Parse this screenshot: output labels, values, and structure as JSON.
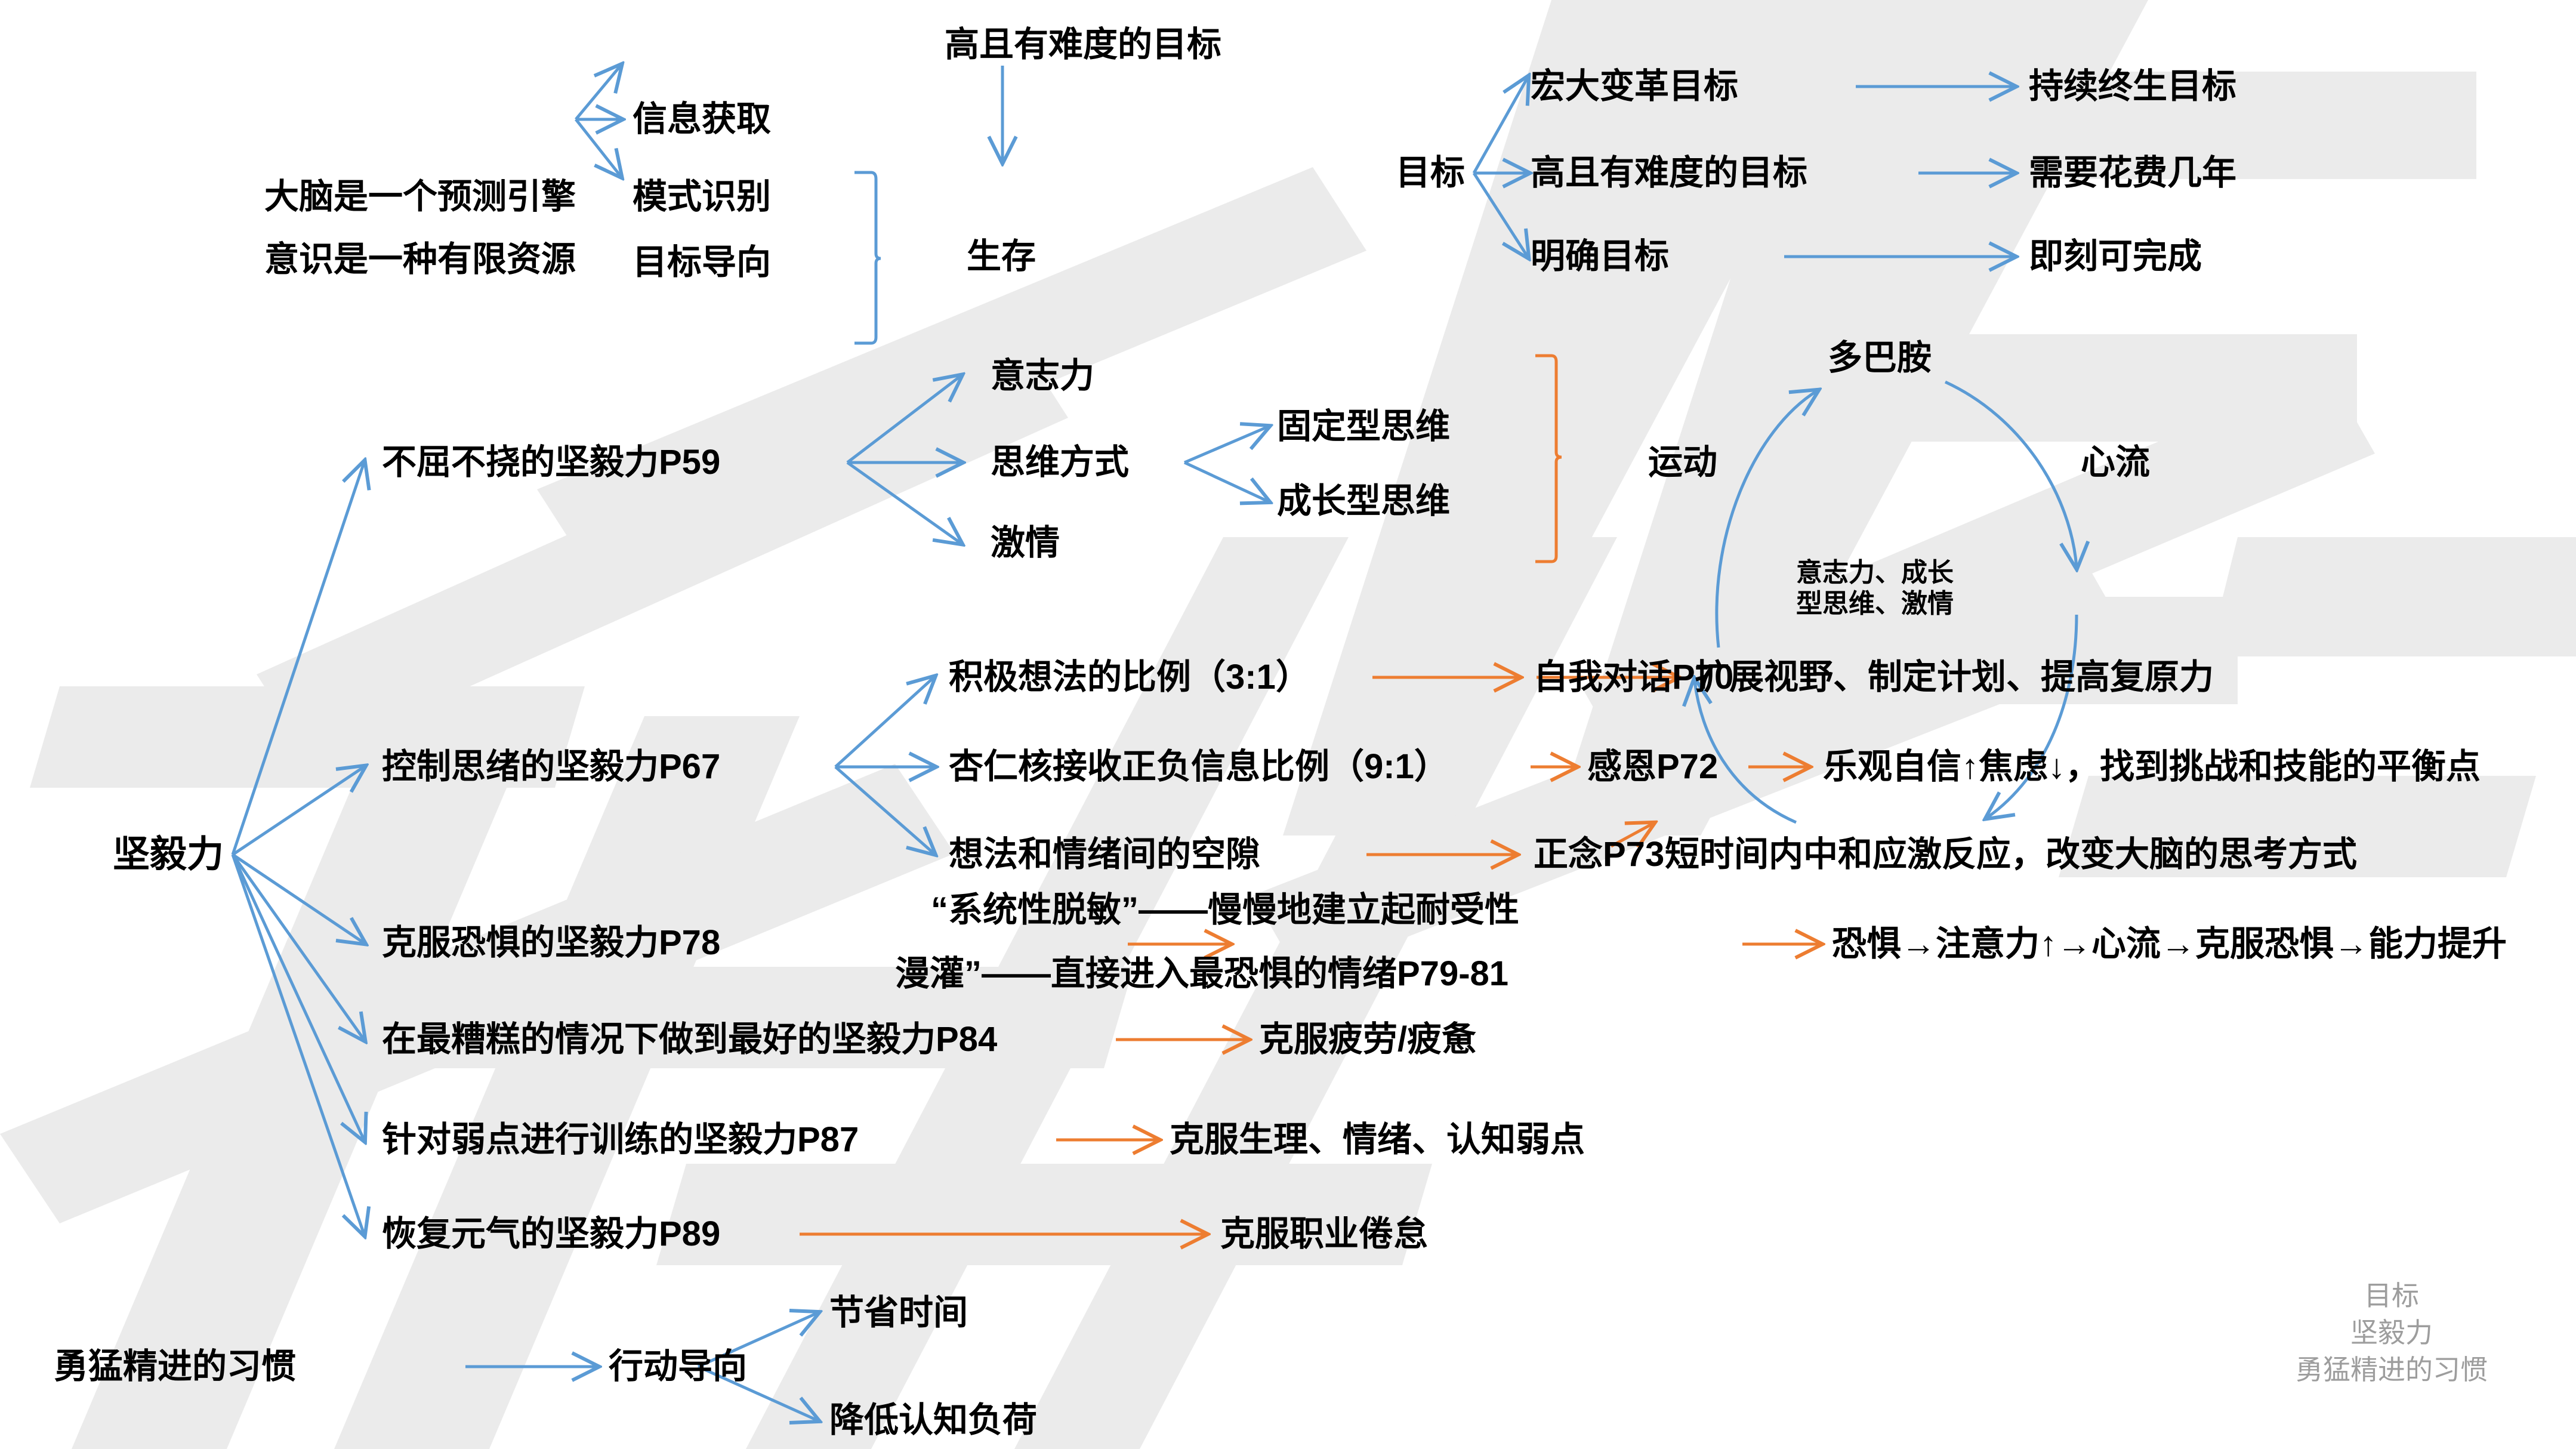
{
  "colors": {
    "blue_connector": "#5b9bd5",
    "orange_connector": "#ed7d31",
    "text": "#000000",
    "watermark": "#ebebeb",
    "legend_text": "#9d9d9d",
    "background": "#ffffff"
  },
  "brain": {
    "premise_1": "大脑是一个预测引擎",
    "premise_2": "意识是一种有限资源",
    "outputs": [
      "信息获取",
      "模式识别",
      "目标导向"
    ],
    "survival_source": "高且有难度的目标",
    "survival_result": "生存"
  },
  "goals": {
    "root": "目标",
    "rows": [
      {
        "type": "宏大变革目标",
        "horizon": "持续终生目标"
      },
      {
        "type": "高且有难度的目标",
        "horizon": "需要花费几年"
      },
      {
        "type": "明确目标",
        "horizon": "即刻可完成"
      }
    ]
  },
  "perseverance": {
    "root": "坚毅力",
    "branch_1": {
      "title": "不屈不挠的坚毅力P59",
      "children": [
        "意志力",
        "思维方式",
        "激情"
      ],
      "mindset_types": [
        "固定型思维",
        "成长型思维"
      ]
    },
    "branch_2": {
      "title": "控制思绪的坚毅力P67",
      "rows": [
        {
          "cause": "积极想法的比例（3:1）",
          "method": "自我对话P70",
          "effect": "扩展视野、制定计划、提高复原力"
        },
        {
          "cause": "杏仁核接收正负信息比例（9:1）",
          "method": "感恩P72",
          "effect": "乐观自信↑焦虑↓，找到挑战和技能的平衡点"
        },
        {
          "cause": "想法和情绪间的空隙",
          "method": "正念P73",
          "effect": "短时间内中和应激反应，改变大脑的思考方式"
        }
      ]
    },
    "branch_3": {
      "title": "克服恐惧的坚毅力P78",
      "method_line_1": "“系统性脱敏”——慢慢地建立起耐受性",
      "method_line_2": "漫灌”——直接进入最恐惧的情绪P79-81",
      "effect": "恐惧→注意力↑→心流→克服恐惧→能力提升"
    },
    "branch_4": {
      "title": "在最糟糕的情况下做到最好的坚毅力P84",
      "effect": "克服疲劳/疲惫"
    },
    "branch_5": {
      "title": "针对弱点进行训练的坚毅力P87",
      "effect": "克服生理、情绪、认知弱点"
    },
    "branch_6": {
      "title": "恢复元气的坚毅力P89",
      "effect": "克服职业倦怠"
    }
  },
  "flow_cycle": {
    "exercise": "运动",
    "dopamine": "多巴胺",
    "flow": "心流",
    "feedback_line_1": "意志力、成长",
    "feedback_line_2": "型思维、激情"
  },
  "habits": {
    "root": "勇猛精进的习惯",
    "orientation": "行动导向",
    "benefits": [
      "节省时间",
      "降低认知负荷"
    ]
  },
  "legend": {
    "lines": [
      "目标",
      "坚毅力",
      "勇猛精进的习惯"
    ]
  }
}
